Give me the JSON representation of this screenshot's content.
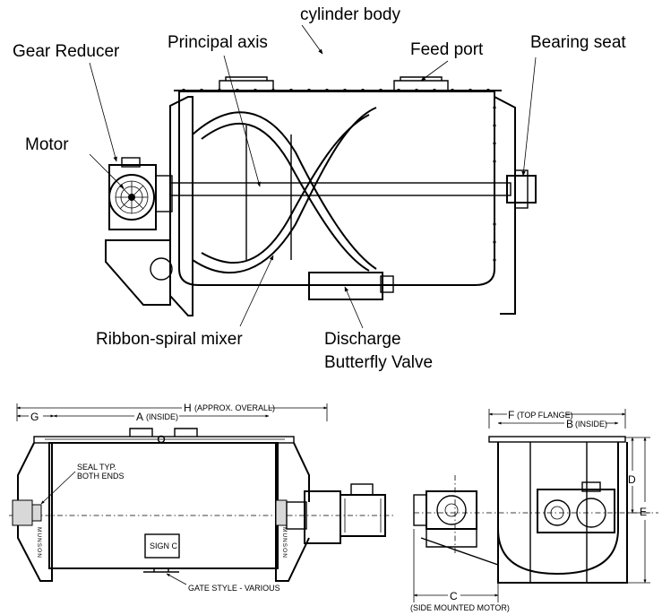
{
  "top_diagram": {
    "labels": {
      "cylinder_body": "cylinder body",
      "gear_reducer": "Gear Reducer",
      "principal_axis": "Principal axis",
      "feed_port": "Feed port",
      "bearing_seat": "Bearing seat",
      "motor": "Motor",
      "ribbon_spiral_mixer": "Ribbon-spiral mixer",
      "discharge_line1": "Discharge",
      "discharge_line2": "Butterfly Valve"
    }
  },
  "side_view": {
    "dimensions": {
      "g": "G",
      "a": "A",
      "a_note": "(INSIDE)",
      "h": "H",
      "h_note": "(APPROX. OVERALL)"
    },
    "notes": {
      "seal_line1": "SEAL TYP.",
      "seal_line2": "BOTH ENDS",
      "sign": "SIGN C",
      "gate": "GATE STYLE - VARIOUS",
      "brand": "MUNSON"
    }
  },
  "end_view": {
    "dimensions": {
      "f": "F",
      "f_note": "(TOP FLANGE)",
      "b": "B",
      "b_note": "(INSIDE)",
      "d": "D",
      "e": "E",
      "c": "C",
      "c_note": "(SIDE MOUNTED MOTOR)"
    }
  }
}
